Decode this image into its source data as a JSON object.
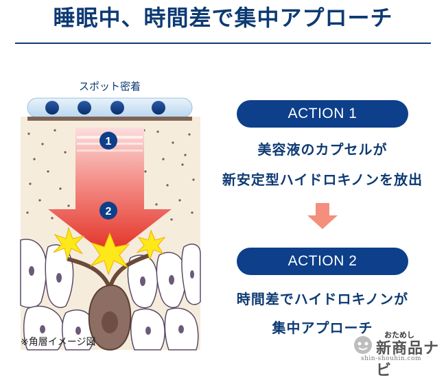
{
  "title": "睡眠中、時間差で集中アプローチ",
  "patch_label": "スポット密着",
  "step_badges": [
    "1",
    "2"
  ],
  "actions": [
    {
      "label": "ACTION 1",
      "lines": [
        "美容液のカプセルが",
        "新安定型ハイドロキノンを放出"
      ]
    },
    {
      "label": "ACTION 2",
      "lines": [
        "時間差でハイドロキノンが",
        "集中アプローチ"
      ]
    }
  ],
  "note": "※角層イメージ図",
  "logo": {
    "small": "おためし",
    "main": "新商品ナビ",
    "url": "shin-shouhin.com"
  },
  "colors": {
    "navy": "#0d3f8a",
    "title": "#0d3a73",
    "arrow_red": "#e8352a",
    "arrow_pink": "#f7b3b0",
    "skin": "#f6ecdc"
  }
}
